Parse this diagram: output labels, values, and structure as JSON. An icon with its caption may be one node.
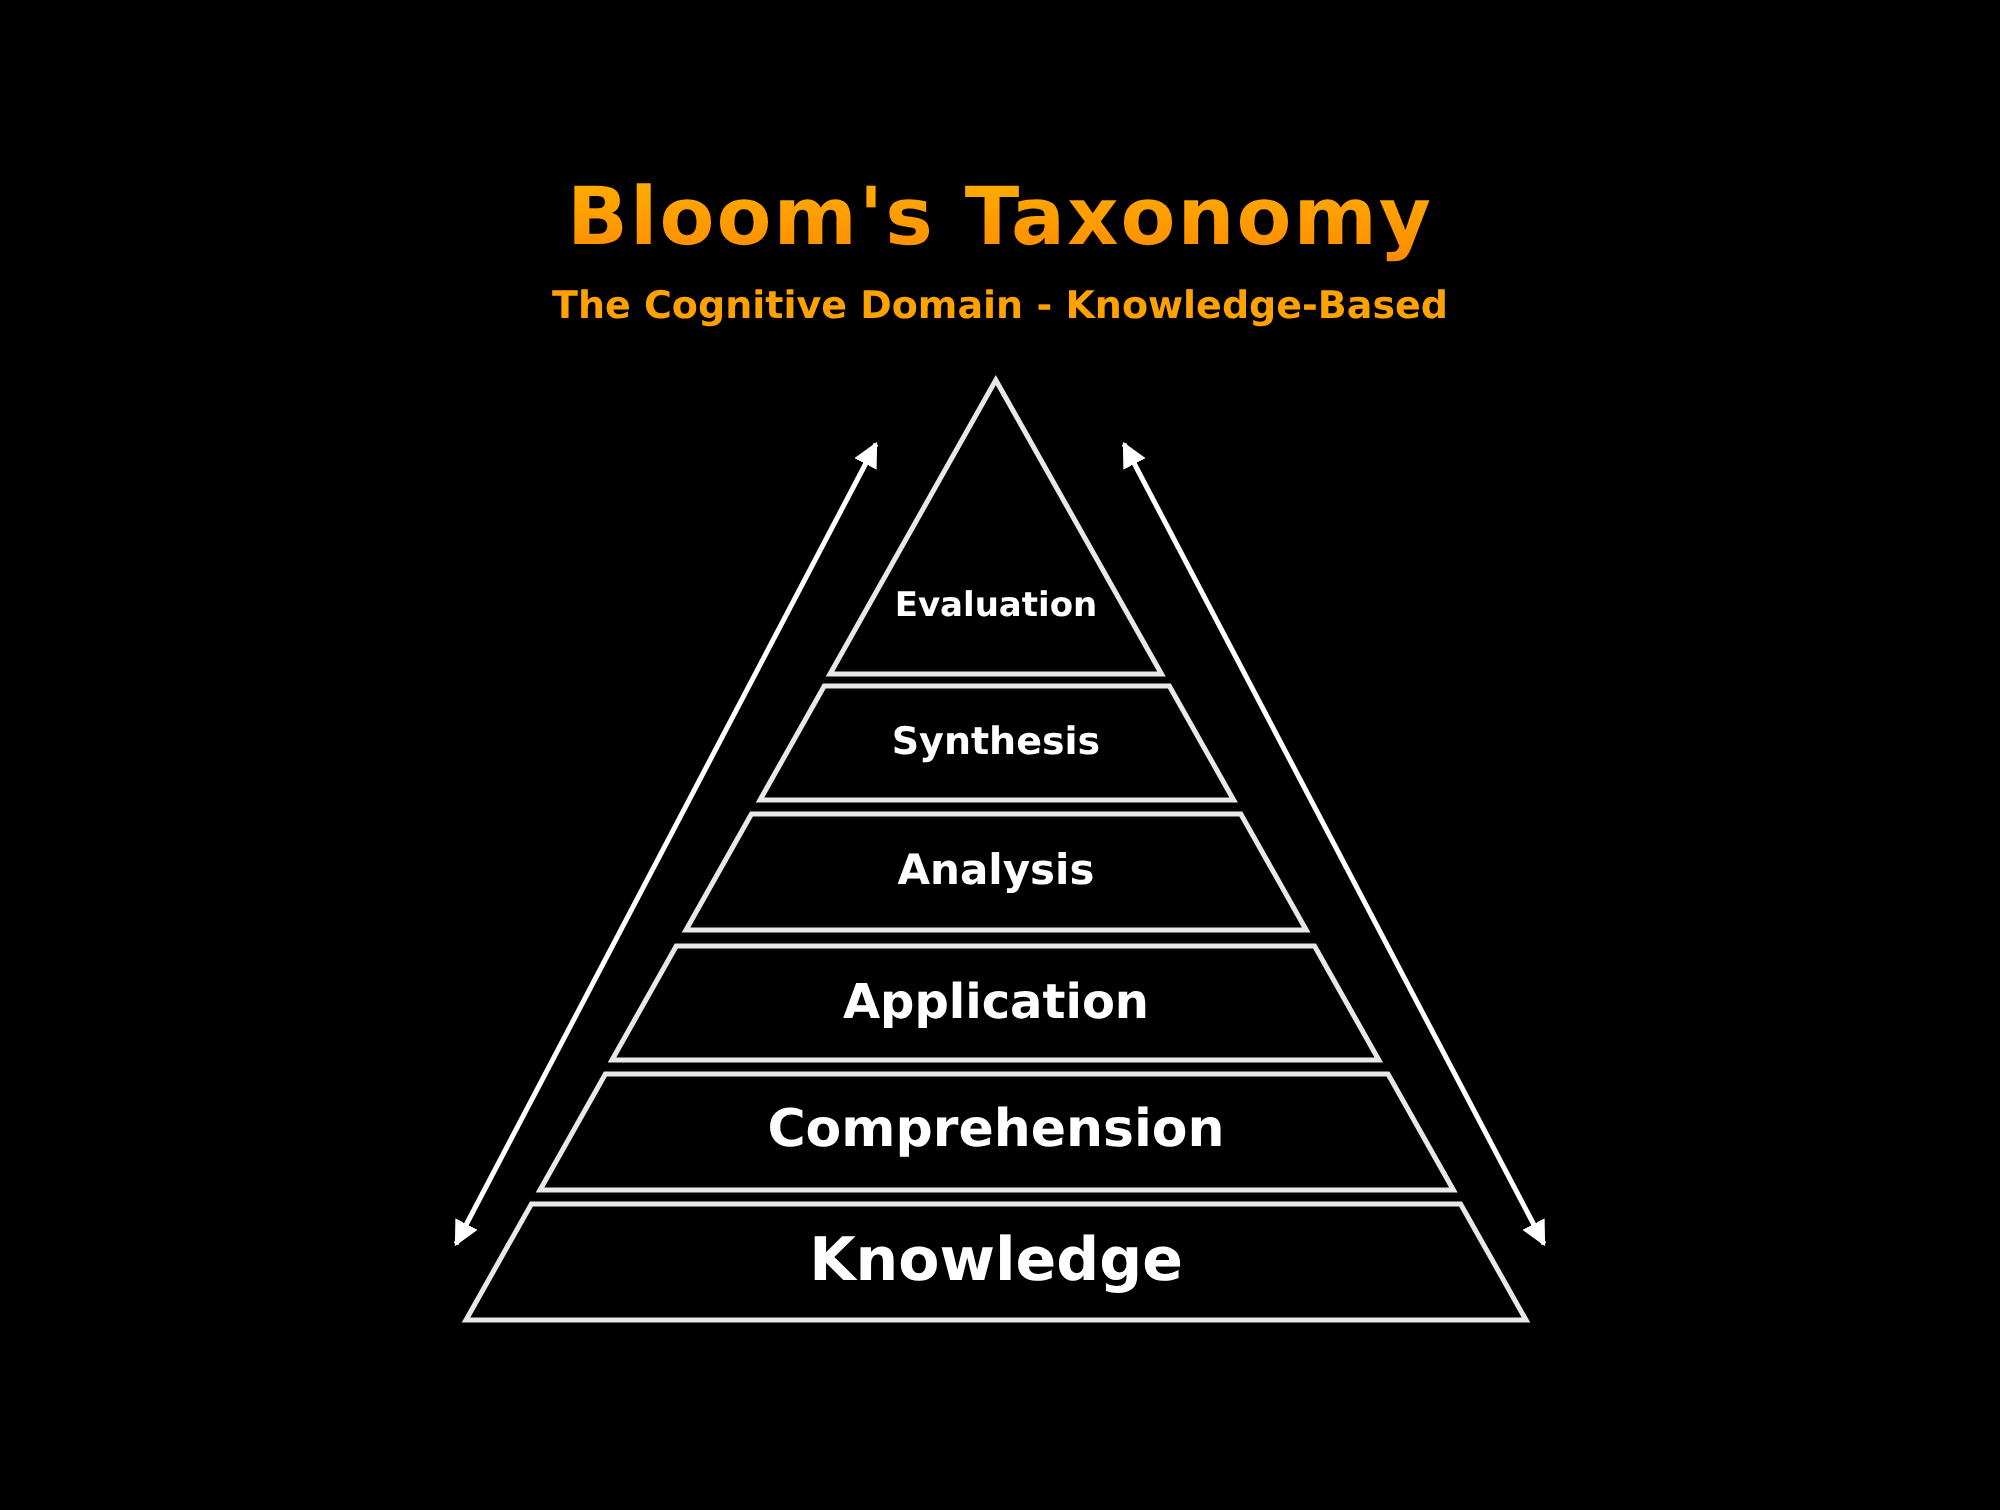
{
  "diagram": {
    "title": "Bloom's Taxonomy",
    "nodes": [
      {
        "text": [
          "Evaluation"
        ]
      },
      {
        "text": [
          "Synthesis"
        ]
      },
      {
        "text": [
          "Analysis"
        ]
      },
      {
        "text": [
          "Application"
        ]
      },
      {
        "text": [
          "Comprehension"
        ]
      },
      {
        "text": [
          "Knowledge"
        ]
      }
    ],
    "edges": [],
    "labels": [
      "The Cognitive Domain - Knowledge-Based"
    ]
  }
}
